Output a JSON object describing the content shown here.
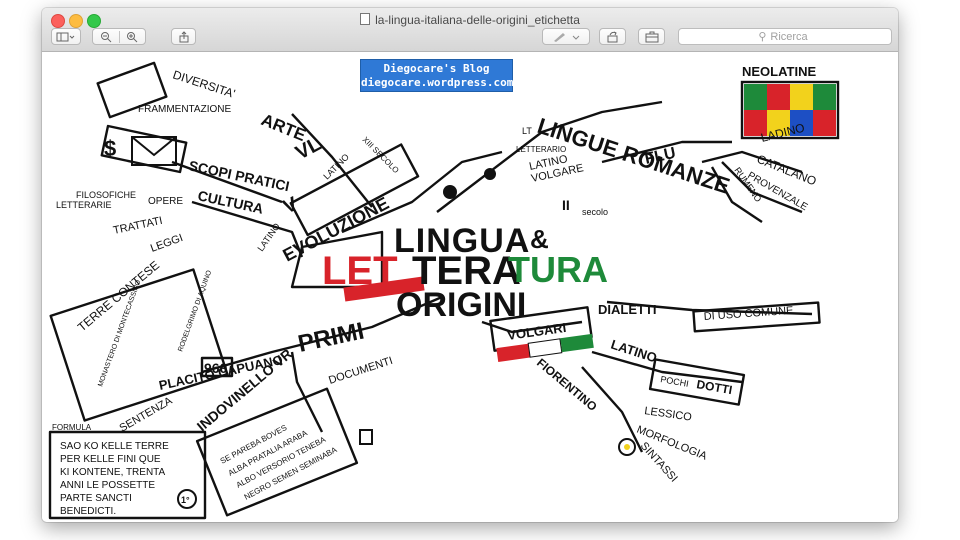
{
  "window": {
    "title": "la-lingua-italiana-delle-origini_etichetta",
    "search_placeholder": "Ricerca",
    "toolbar_icons": [
      "sidebar-icon",
      "zoom-out-icon",
      "zoom-in-icon",
      "share-icon",
      "markup-icon",
      "rotate-icon",
      "toolbox-icon"
    ]
  },
  "map": {
    "banner_line1": "Diegocare's Blog",
    "banner_line2": "diegocare.wordpress.com",
    "center_lingua": "LINGUA",
    "center_amp": "&",
    "center_let": "LET",
    "center_tera": "TERA",
    "center_tura": "TURA",
    "primi": "PRIMI",
    "origini": "ORIGINI",
    "evoluzione": "EVOLUZIONE",
    "arte": "ARTE",
    "diversita": "DIVERSITA'",
    "frammentazione": "FRAMMENTAZIONE",
    "vl": "VL",
    "latino_vl": "LATINO",
    "xiii": "XIII SECOLO",
    "scopi": "SCOPI PRATICI",
    "v": "V",
    "cultura": "CULTURA",
    "latino_cultura": "LATINO",
    "filosofiche": "FILOSOFICHE",
    "letterarie": "LETTERARIE",
    "opere": "OPERE",
    "trattati": "TRATTATI",
    "leggi": "LEGGI",
    "lingue_romanze": "LINGUE ROMANZE",
    "lt": "LT",
    "letterario": "LETTERARIO",
    "latino_volgare_1": "LATINO",
    "latino_volgare_2": "VOLGARE",
    "flu": "FLU",
    "ii_secolo": "II",
    "secolo": "secolo",
    "neolatine": "NEOLATINE",
    "ladino": "LADINO",
    "catalano": "CATALANO",
    "provenzale": "PROVENZALE",
    "rumeno": "RUMENO",
    "terre_contese": "TERRE CONTESE",
    "monastero": "MONASTERO DI MONTECASSINO",
    "rodelgrimo": "RODELGRIMO DI AQUINO",
    "placito": "PLACITO CAPUANO",
    "year": "960",
    "sentenza": "SENTENZA",
    "indovinello": "INDOVINELLO VR",
    "documenti": "DOCUMENTI",
    "riddle_1": "SE PAREBA BOVES",
    "riddle_2": "ALBA PRATALIA ARABA",
    "riddle_3": "ALBO VERSORIO TENEBA",
    "riddle_4": "NEGRO SEMEN SEMINABA",
    "formula": "FORMULA",
    "formula_1": "SAO KO KELLE TERRE",
    "formula_2": "PER KELLE FINI QUE",
    "formula_3": "KI KONTENE, TRENTA",
    "formula_4": "ANNI LE POSSETTE",
    "formula_5": "PARTE SANCTI",
    "formula_6": "BENEDICTI.",
    "medal": "1°",
    "volgari": "VOLGARI",
    "dialetti": "DIALETTI",
    "di_uso_comune": "DI USO COMUNE",
    "latino_volgari": "LATINO",
    "pochi": "POCHI",
    "dotti": "DOTTI",
    "fiorentino": "FIORENTINO",
    "lessico": "LESSICO",
    "morfologia": "MORFOLOGIA",
    "sintassi": "SINTASSI",
    "colors": {
      "green": "#1e8a3a",
      "red": "#d8232a",
      "blue": "#1d4fc4",
      "yellow": "#f2d21c",
      "ink": "#111111"
    }
  }
}
